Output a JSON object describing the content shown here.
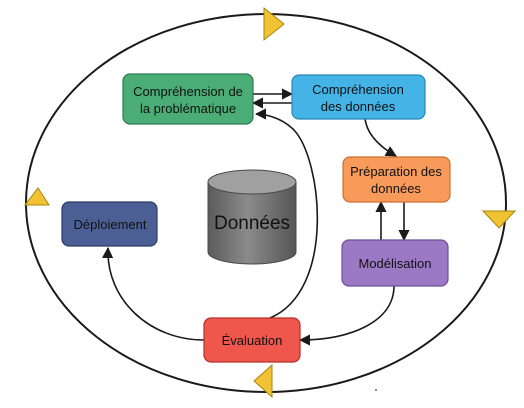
{
  "diagram": {
    "database": {
      "label": "Données",
      "icon": "database-cylinder-icon"
    },
    "nodes": [
      {
        "id": "business",
        "line1": "Compréhension de",
        "line2": "la problématique",
        "fill": "#4aad76",
        "stroke": "#2e7a4f",
        "text_color": "#111111"
      },
      {
        "id": "data_understanding",
        "line1": "Compréhension",
        "line2": "des données",
        "fill": "#44b3e6",
        "stroke": "#2a86b4",
        "text_color": "#111111"
      },
      {
        "id": "preparation",
        "line1": "Préparation des",
        "line2": "données",
        "fill": "#f79a5a",
        "stroke": "#cc7034",
        "text_color": "#111111"
      },
      {
        "id": "modeling",
        "line1": "Modélisation",
        "line2": "",
        "fill": "#9b79c5",
        "stroke": "#6d4f96",
        "text_color": "#111111"
      },
      {
        "id": "evaluation",
        "line1": "Évaluation",
        "line2": "",
        "fill": "#ef564c",
        "stroke": "#b23128",
        "text_color": "#111111"
      },
      {
        "id": "deployment",
        "line1": "Déploiement",
        "line2": "",
        "fill": "#4c5f94",
        "stroke": "#2e3b63",
        "text_color": "#111111"
      }
    ],
    "colors": {
      "cycle_arrowhead": "#f1c232",
      "cycle_arrowhead_stroke": "#a7850f",
      "database_body": "#6f6f6f",
      "database_top": "#9a9a9a",
      "line": "#1a1a1a"
    }
  }
}
